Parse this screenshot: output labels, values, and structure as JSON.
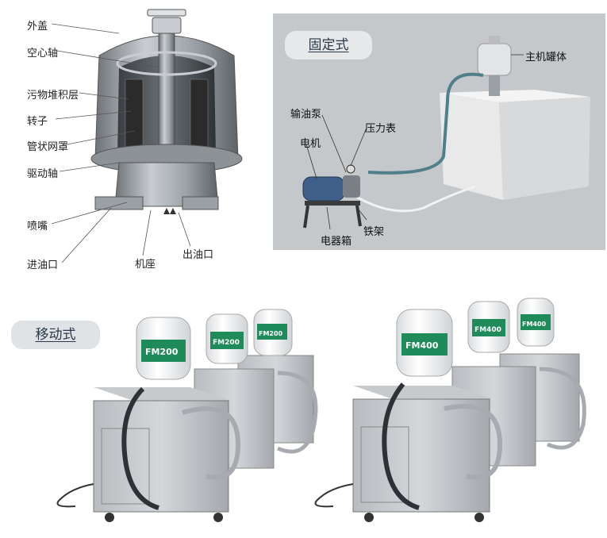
{
  "cutaway": {
    "labels": {
      "outer_cover": "外盖",
      "hollow_shaft": "空心轴",
      "sludge_layer": "污物堆积层",
      "rotor": "转子",
      "tubular_screen": "管状网罩",
      "drive_shaft": "驱动轴",
      "nozzle": "喷嘴",
      "oil_inlet": "进油口",
      "base": "机座",
      "oil_outlet": "出油口"
    }
  },
  "fixed_type": {
    "badge": "固定式",
    "labels": {
      "main_tank": "主机罐体",
      "oil_pump": "输油泵",
      "pressure_gauge": "压力表",
      "motor": "电机",
      "electrical_box": "电器箱",
      "iron_frame": "铁架"
    }
  },
  "mobile_type": {
    "badge": "移动式",
    "models": {
      "group_left": [
        "FM200",
        "FM200",
        "FM200"
      ],
      "group_right": [
        "FM400",
        "FM400",
        "FM400"
      ]
    }
  },
  "colors": {
    "panel_bg": "#c4c8cb",
    "badge_bg": "#e6e8ea",
    "brand_green": "#1f8a5a",
    "steel": "#a7abb0"
  }
}
